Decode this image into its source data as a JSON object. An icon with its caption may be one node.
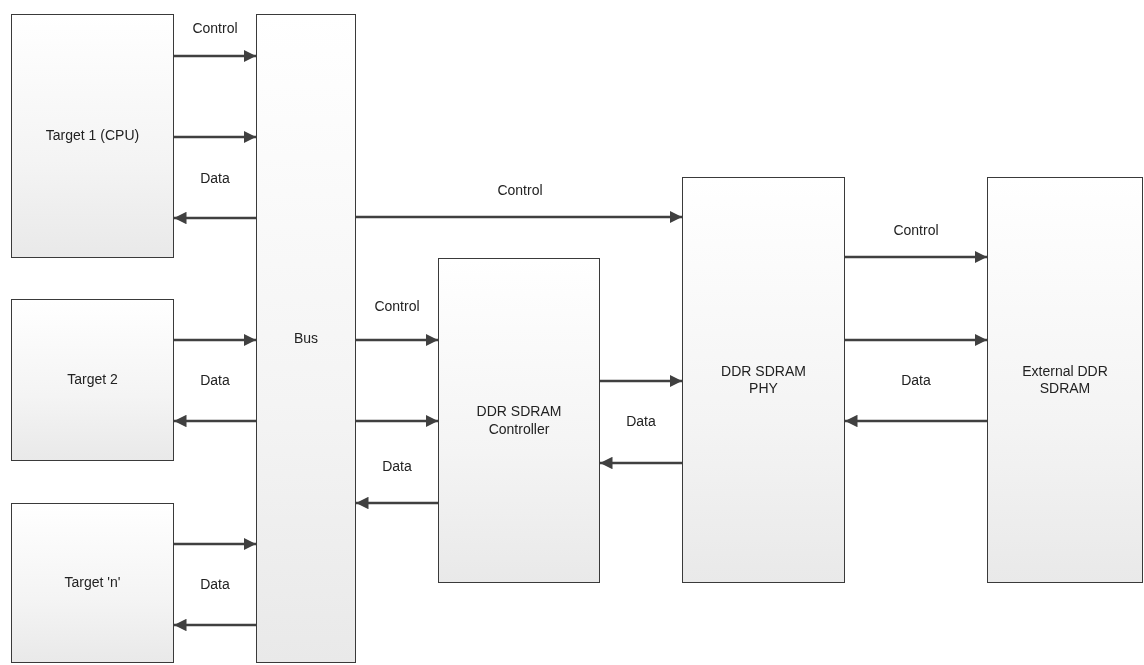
{
  "diagram": {
    "nodes": [
      {
        "text": [
          "Target 1 (CPU)"
        ]
      },
      {
        "text": [
          "Target 2"
        ]
      },
      {
        "text": [
          "Target 'n'"
        ]
      },
      {
        "text": [
          "Bus"
        ]
      },
      {
        "text": [
          "DDR SDRAM Controller"
        ]
      },
      {
        "text": [
          "DDR SDRAM PHY"
        ]
      },
      {
        "text": [
          "External DDR SDRAM"
        ]
      }
    ],
    "edges": [
      {
        "from": 0,
        "to": 3,
        "arrow": "to",
        "label": "Control"
      },
      {
        "from": 0,
        "to": 3,
        "arrow": "to"
      },
      {
        "from": 3,
        "to": 0,
        "arrow": "to",
        "label": "Data"
      },
      {
        "from": 1,
        "to": 3,
        "arrow": "to"
      },
      {
        "from": 3,
        "to": 1,
        "arrow": "to",
        "label": "Data"
      },
      {
        "from": 2,
        "to": 3,
        "arrow": "to"
      },
      {
        "from": 3,
        "to": 2,
        "arrow": "to",
        "label": "Data"
      },
      {
        "from": 3,
        "to": 5,
        "arrow": "to",
        "label": "Control"
      },
      {
        "from": 3,
        "to": 4,
        "arrow": "to",
        "label": "Control"
      },
      {
        "from": 3,
        "to": 4,
        "arrow": "to"
      },
      {
        "from": 4,
        "to": 3,
        "arrow": "to",
        "label": "Data"
      },
      {
        "from": 4,
        "to": 5,
        "arrow": "to"
      },
      {
        "from": 5,
        "to": 4,
        "arrow": "to",
        "label": "Data"
      },
      {
        "from": 5,
        "to": 6,
        "arrow": "to",
        "label": "Control"
      },
      {
        "from": 5,
        "to": 6,
        "arrow": "to"
      },
      {
        "from": 6,
        "to": 5,
        "arrow": "to",
        "label": "Data"
      }
    ]
  }
}
